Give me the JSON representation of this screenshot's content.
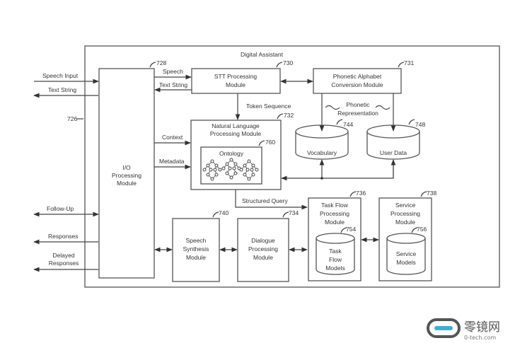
{
  "title": "Digital Assistant",
  "refs": {
    "system": "726",
    "io": "728",
    "stt": "730",
    "phonetic": "731",
    "nlp": "732",
    "dialogue": "734",
    "taskflow": "736",
    "service": "738",
    "speech_synth": "740",
    "vocabulary": "744",
    "userdata": "748",
    "taskflow_models": "754",
    "service_models": "756",
    "ontology": "760"
  },
  "modules": {
    "io": [
      "I/O",
      "Processing",
      "Module"
    ],
    "stt": [
      "STT Processing",
      "Module"
    ],
    "phonetic": [
      "Phonetic Alphabet",
      "Conversion Module"
    ],
    "nlp": [
      "Natural Language",
      "Processing Module"
    ],
    "ontology": "Ontology",
    "speech_synth": [
      "Speech",
      "Synthesis",
      "Module"
    ],
    "dialogue": [
      "Dialogue",
      "Processing",
      "Module"
    ],
    "taskflow": [
      "Task Flow",
      "Processing",
      "Module"
    ],
    "taskflow_models": [
      "Task",
      "Flow",
      "Models"
    ],
    "service": [
      "Service",
      "Processing",
      "Module"
    ],
    "service_models": [
      "Service",
      "Models"
    ],
    "vocabulary": "Vocabulary",
    "userdata": "User Data"
  },
  "edges": {
    "speech_input": "Speech Input",
    "text_string_out": "Text String",
    "speech": "Speech",
    "text_string": "Text String",
    "token_sequence": "Token Sequence",
    "phonetic_rep": [
      "Phonetic",
      "Representation"
    ],
    "context": "Context",
    "metadata": "Metadata",
    "structured_query": "Structured Query",
    "follow_up": "Follow-Up",
    "responses": "Responses",
    "delayed_responses": [
      "Delayed",
      "Responses"
    ]
  },
  "watermark": {
    "brand": "零镜网",
    "domain": "0-tech.com",
    "accent": "#3aaee0"
  }
}
